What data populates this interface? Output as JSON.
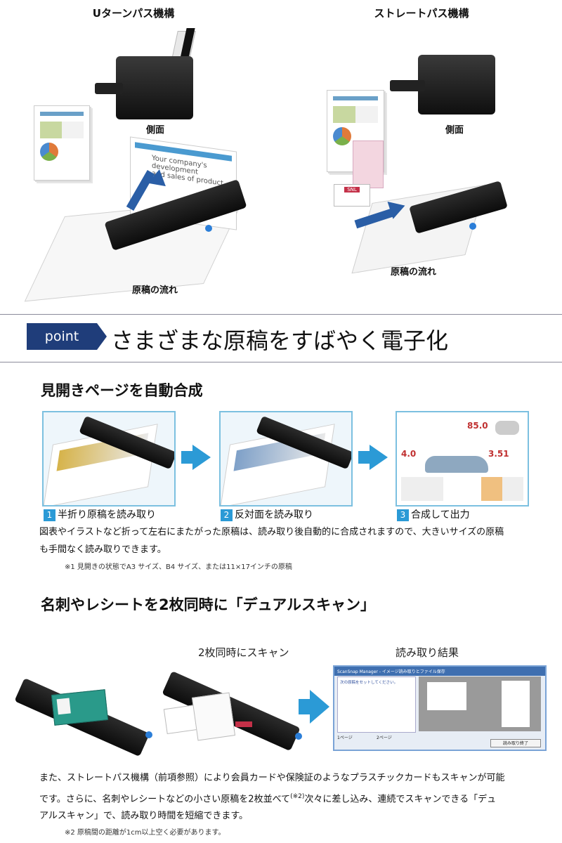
{
  "top": {
    "uturn_heading": "Uターンパス機構",
    "straight_heading": "ストレートパス機構",
    "side_label": "側面",
    "flow_label": "原稿の流れ",
    "doc_text1": "Your company's development",
    "doc_text2": "and sales of product",
    "card_label": "SNL"
  },
  "point": {
    "badge": "point",
    "title": "さまざまな原稿をすばやく電子化"
  },
  "spread": {
    "heading": "見開きページを自動合成",
    "steps": [
      {
        "num": "1",
        "label": "半折り原稿を読み取り"
      },
      {
        "num": "2",
        "label": "反対面を読み取り"
      },
      {
        "num": "3",
        "label": "合成して出力"
      }
    ],
    "result_values": [
      "85.0",
      "4.0",
      "3.51"
    ],
    "body_line1": "図表やイラストなど折って左右にまたがった原稿は、読み取り後自動的に合成されますので、大きいサイズの原稿",
    "body_line2": "も手間なく読み取りできます。",
    "note": "※1 見開きの状態でA3 サイズ、B4 サイズ、または11×17インチの原稿"
  },
  "dual": {
    "heading": "名刺やレシートを2枚同時に「デュアルスキャン」",
    "label_scan": "2枚同時にスキャン",
    "label_result": "読み取り結果",
    "window_title": "ScanSnap Manager - イメージ読み取りとファイル保存",
    "window_msg": "次の原稿をセットしてください。",
    "window_page1": "1ページ",
    "window_page2": "2ページ",
    "window_btn": "読み取り終了",
    "body_line1": "また、ストレートパス機構（前項参照）により会員カードや保険証のようなプラスチックカードもスキャンが可能",
    "body_line2_a": "です。さらに、名刺やレシートなどの小さい原稿を2枚並べて",
    "body_line2_sup": "(※2)",
    "body_line2_b": "次々に差し込み、連続でスキャンできる「デュ",
    "body_line3": "アルスキャン」で、読み取り時間を短縮できます。",
    "note": "※2 原稿間の距離が1cm以上空く必要があります。"
  }
}
